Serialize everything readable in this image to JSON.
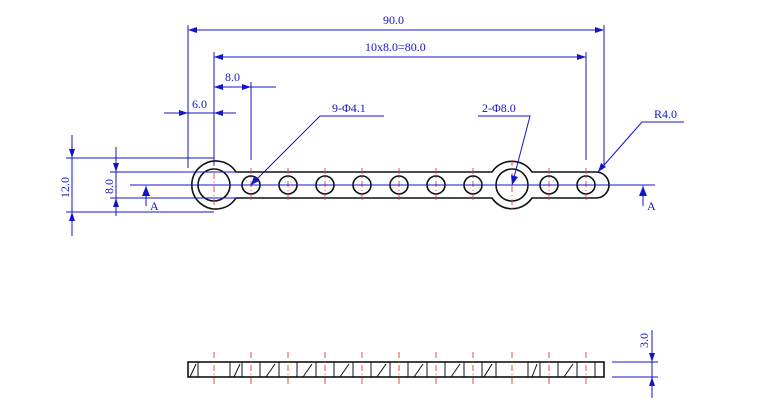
{
  "dimensions": {
    "overall_length": "90.0",
    "hole_spacing": "10x8.0=80.0",
    "pitch": "8.0",
    "end_offset": "6.0",
    "small_holes": "9-Φ4.1",
    "large_holes": "2-Φ8.0",
    "end_radius": "R4.0",
    "overall_height": "12.0",
    "neck_height": "8.0",
    "thickness": "3.0"
  },
  "section_marks": {
    "left": "A",
    "right": "A"
  },
  "colors": {
    "dimension": "#1515c8",
    "part": "#111111",
    "centerline": "#e23a3a"
  }
}
